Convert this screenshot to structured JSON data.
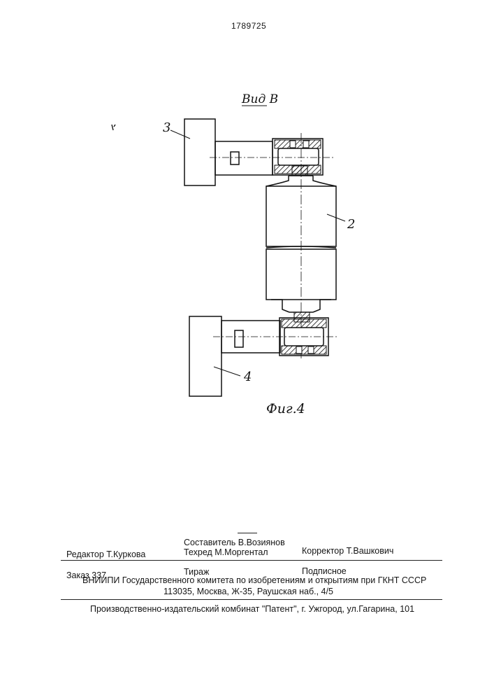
{
  "header": {
    "patent_number": "1789725"
  },
  "figure": {
    "view_label": "Вид В",
    "caption": "Фиг.4",
    "part_labels": {
      "part_2": "2",
      "part_3": "3",
      "part_4": "4"
    }
  },
  "imprint": {
    "compiler": "Составитель В.Возиянов",
    "editor": "Редактор  Т.Куркова",
    "techeditor": "Техред М.Моргентал",
    "corrector": "Корректор  Т.Вашкович",
    "order": "Заказ  337",
    "circulation": "Тираж",
    "subscription": "Подписное",
    "institute": "ВНИИПИ Государственного комитета по изобретениям и открытиям при ГКНТ СССР",
    "address": "113035, Москва, Ж-35, Раушская наб., 4/5",
    "publisher": "Производственно-издательский комбинат \"Патент\", г. Ужгород, ул.Гагарина, 101"
  }
}
